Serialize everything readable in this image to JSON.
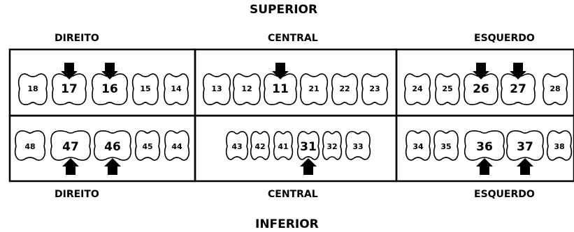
{
  "chart": {
    "title_top": "SUPERIOR",
    "title_bottom": "INFERIOR",
    "top_labels": {
      "right": "DIREITO",
      "center": "CENTRAL",
      "left": "ESQUERDO"
    },
    "bottom_labels": {
      "right": "DIREITO",
      "center": "CENTRAL",
      "left": "ESQUERDO"
    }
  },
  "teeth": {
    "upper_right": [
      {
        "number": "18",
        "highlighted": false,
        "arrow": false
      },
      {
        "number": "17",
        "highlighted": true,
        "arrow": true
      },
      {
        "number": "16",
        "highlighted": true,
        "arrow": true
      },
      {
        "number": "15",
        "highlighted": false,
        "arrow": false
      },
      {
        "number": "14",
        "highlighted": false,
        "arrow": false
      }
    ],
    "upper_center": [
      {
        "number": "13",
        "highlighted": false,
        "arrow": false
      },
      {
        "number": "12",
        "highlighted": false,
        "arrow": false
      },
      {
        "number": "11",
        "highlighted": true,
        "arrow": true
      },
      {
        "number": "21",
        "highlighted": false,
        "arrow": false
      },
      {
        "number": "22",
        "highlighted": false,
        "arrow": false
      },
      {
        "number": "23",
        "highlighted": false,
        "arrow": false
      }
    ],
    "upper_left": [
      {
        "number": "24",
        "highlighted": false,
        "arrow": false
      },
      {
        "number": "25",
        "highlighted": false,
        "arrow": false
      },
      {
        "number": "26",
        "highlighted": true,
        "arrow": true
      },
      {
        "number": "27",
        "highlighted": true,
        "arrow": true
      },
      {
        "number": "28",
        "highlighted": false,
        "arrow": false
      }
    ],
    "lower_right": [
      {
        "number": "48",
        "highlighted": false,
        "arrow": false
      },
      {
        "number": "47",
        "highlighted": true,
        "arrow": true
      },
      {
        "number": "46",
        "highlighted": true,
        "arrow": true
      },
      {
        "number": "45",
        "highlighted": false,
        "arrow": false
      },
      {
        "number": "44",
        "highlighted": false,
        "arrow": false
      }
    ],
    "lower_center": [
      {
        "number": "43",
        "highlighted": false,
        "arrow": false
      },
      {
        "number": "42",
        "highlighted": false,
        "arrow": false
      },
      {
        "number": "41",
        "highlighted": false,
        "arrow": false
      },
      {
        "number": "31",
        "highlighted": true,
        "arrow": true
      },
      {
        "number": "32",
        "highlighted": false,
        "arrow": false
      },
      {
        "number": "33",
        "highlighted": false,
        "arrow": false
      }
    ],
    "lower_left": [
      {
        "number": "34",
        "highlighted": false,
        "arrow": false
      },
      {
        "number": "35",
        "highlighted": false,
        "arrow": false
      },
      {
        "number": "36",
        "highlighted": true,
        "arrow": true
      },
      {
        "number": "37",
        "highlighted": true,
        "arrow": true
      },
      {
        "number": "38",
        "highlighted": false,
        "arrow": false
      }
    ]
  }
}
